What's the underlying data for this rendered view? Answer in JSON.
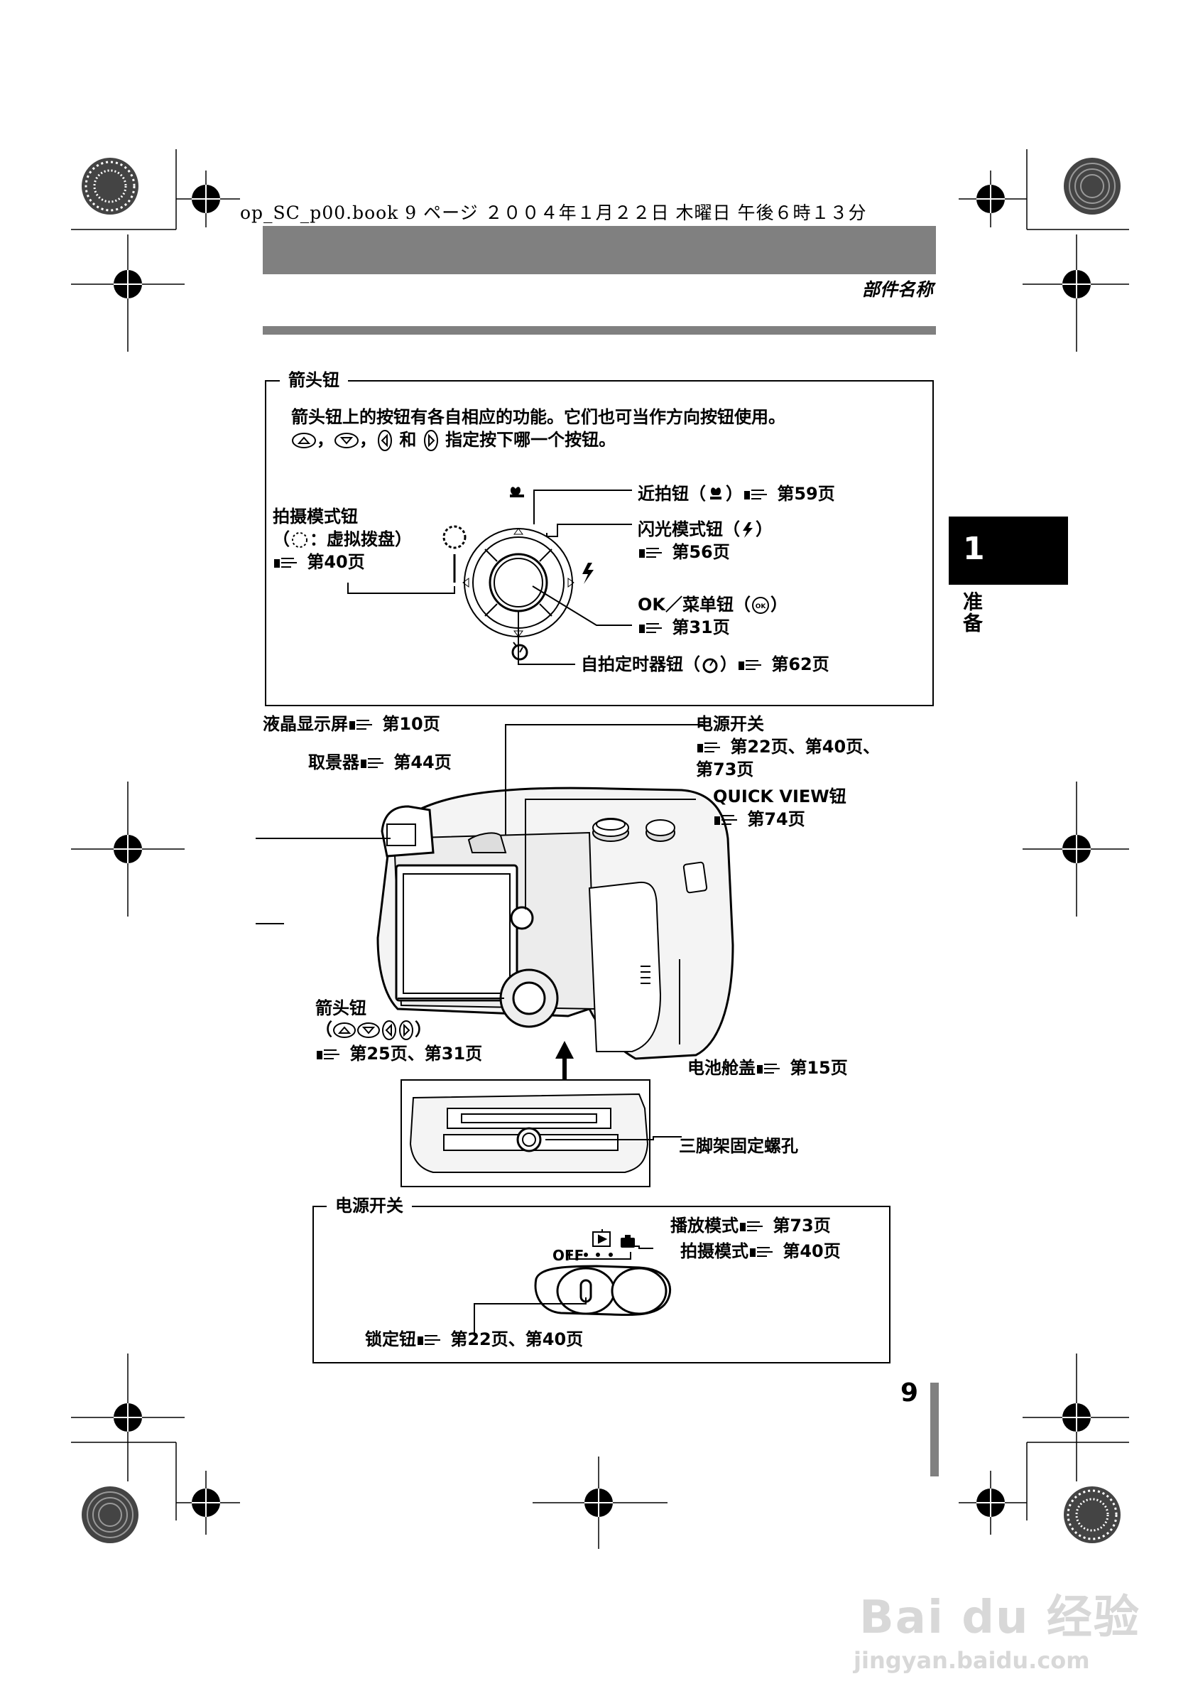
{
  "header": {
    "file_line": "op_SC_p00.book  9 ページ  ２００４年１月２２日  木曜日  午後６時１３分",
    "section_title": "部件名称"
  },
  "side_tab": {
    "number": "1",
    "label": "准备"
  },
  "arrow_box": {
    "title": "箭头钮",
    "desc1": "箭头钮上的按钮有各自相应的功能。它们也可当作方向按钮使用。",
    "desc2_sep1": "，",
    "desc2_sep2": "，",
    "desc2_and": "和",
    "desc2_tail": "指定按下哪一个按钮。",
    "shoot_mode_title": "拍摄模式钮",
    "shoot_mode_paren_open": "（",
    "shoot_mode_sub": "：虚拟拨盘）",
    "shoot_mode_ref": "第40页",
    "macro_label": "近拍钮（",
    "macro_close": "）",
    "macro_ref": "第59页",
    "flash_label": "闪光模式钮（",
    "flash_close": "）",
    "flash_ref": "第56页",
    "ok_label": "OK／菜单钮（",
    "ok_close": "）",
    "ok_ref": "第31页",
    "timer_label": "自拍定时器钮（",
    "timer_close": "）",
    "timer_ref": "第62页"
  },
  "camera": {
    "lcd": "液晶显示屏",
    "lcd_ref": "第10页",
    "viewfinder": "取景器",
    "viewfinder_ref": "第44页",
    "power_switch": "电源开关",
    "power_ref1": "第22页、第40页、",
    "power_ref2": "第73页",
    "quickview": "QUICK VIEW钮",
    "quickview_ref": "第74页",
    "arrow": "箭头钮",
    "arrow_paren_open": "（",
    "arrow_paren_close": "）",
    "arrow_ref": "第25页、第31页",
    "battery": "电池舱盖",
    "battery_ref": "第15页",
    "tripod": "三脚架固定螺孔"
  },
  "power_box": {
    "title": "电源开关",
    "play": "播放模式",
    "play_ref": "第73页",
    "shoot": "拍摄模式",
    "shoot_ref": "第40页",
    "off": "OFF",
    "lock": "锁定钮",
    "lock_ref": "第22页、第40页"
  },
  "page_number": "9",
  "watermark": {
    "main": "Bai du 经验",
    "url": "jingyan.baidu.com"
  }
}
